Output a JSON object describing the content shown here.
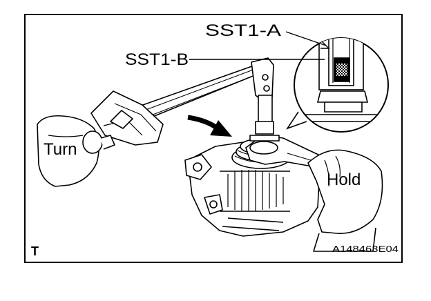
{
  "labels": {
    "sst1_a": "SST1-A",
    "sst1_b": "SST1-B",
    "turn": "Turn",
    "hold": "Hold"
  },
  "corner_mark": "T",
  "figure_code": "A148463E04"
}
